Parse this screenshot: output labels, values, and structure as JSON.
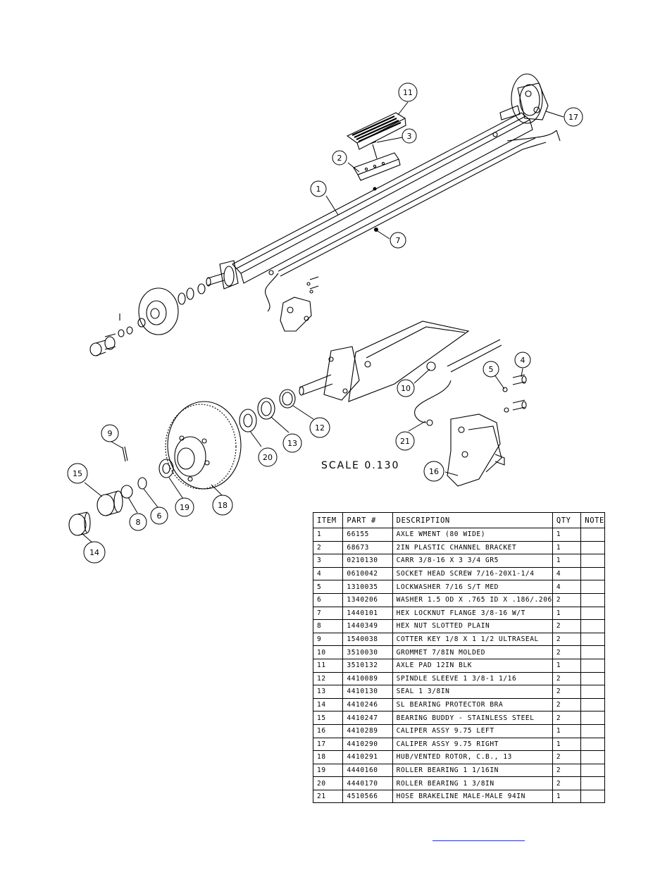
{
  "scale_label": "SCALE  0.130",
  "callouts": [
    "11",
    "3",
    "2",
    "1",
    "17",
    "7",
    "10",
    "5",
    "4",
    "9",
    "15",
    "8",
    "6",
    "19",
    "18",
    "20",
    "13",
    "12",
    "21",
    "16",
    "14"
  ],
  "table": {
    "headers": [
      "ITEM",
      "PART #",
      "DESCRIPTION",
      "QTY",
      "NOTE"
    ],
    "rows": [
      [
        "1",
        "66155",
        "AXLE WMENT (80 WIDE)",
        "1",
        ""
      ],
      [
        "2",
        "68673",
        "2IN PLASTIC CHANNEL BRACKET",
        "1",
        ""
      ],
      [
        "3",
        "0210130",
        "CARR 3/8-16 X 3 3/4 GR5",
        "1",
        ""
      ],
      [
        "4",
        "0610042",
        "SOCKET HEAD SCREW 7/16-20X1-1/4",
        "4",
        ""
      ],
      [
        "5",
        "1310035",
        "LOCKWASHER 7/16 S/T MED",
        "4",
        ""
      ],
      [
        "6",
        "1340206",
        "WASHER 1.5 OD X .765 ID X .186/.206",
        "2",
        ""
      ],
      [
        "7",
        "1440101",
        "HEX LOCKNUT FLANGE 3/8-16 W/T",
        "1",
        ""
      ],
      [
        "8",
        "1440349",
        "HEX NUT SLOTTED PLAIN",
        "2",
        ""
      ],
      [
        "9",
        "1540038",
        "COTTER KEY 1/8 X 1 1/2 ULTRASEAL",
        "2",
        ""
      ],
      [
        "10",
        "3510030",
        "GROMMET  7/8IN MOLDED",
        "2",
        ""
      ],
      [
        "11",
        "3510132",
        "AXLE PAD 12IN  BLK",
        "1",
        ""
      ],
      [
        "12",
        "4410089",
        "SPINDLE SLEEVE  1 3/8-1 1/16",
        "2",
        ""
      ],
      [
        "13",
        "4410130",
        "SEAL  1 3/8IN",
        "2",
        ""
      ],
      [
        "14",
        "4410246",
        "SL BEARING PROTECTOR BRA",
        "2",
        ""
      ],
      [
        "15",
        "4410247",
        "BEARING BUDDY - STAINLESS STEEL",
        "2",
        ""
      ],
      [
        "16",
        "4410289",
        "CALIPER ASSY 9.75 LEFT",
        "1",
        ""
      ],
      [
        "17",
        "4410290",
        "CALIPER ASSY 9.75 RIGHT",
        "1",
        ""
      ],
      [
        "18",
        "4410291",
        "HUB/VENTED ROTOR, C.B.,  13",
        "2",
        ""
      ],
      [
        "19",
        "4440160",
        "ROLLER BEARING   1 1/16IN",
        "2",
        ""
      ],
      [
        "20",
        "4440170",
        "ROLLER BEARING   1 3/8IN",
        "2",
        ""
      ],
      [
        "21",
        "4510566",
        "HOSE BRAKELINE MALE-MALE 94IN",
        "1",
        ""
      ]
    ]
  }
}
